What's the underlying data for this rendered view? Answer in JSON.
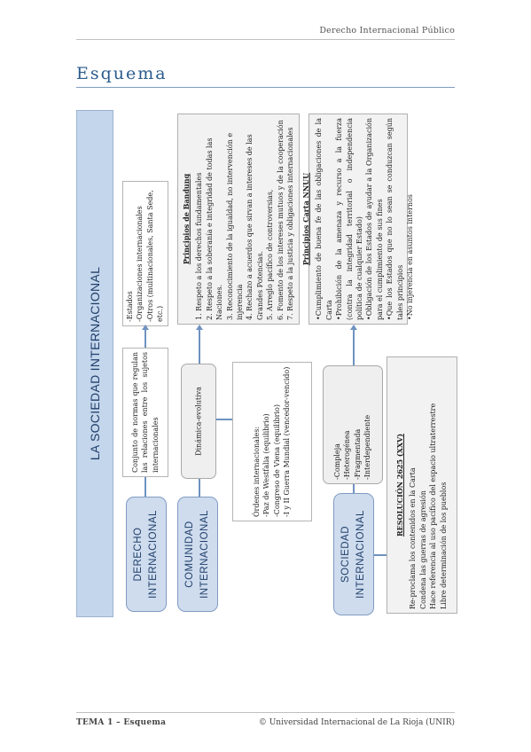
{
  "header": {
    "book_title": "Derecho Internacional Público"
  },
  "page_title": "Esquema",
  "diagram": {
    "main_title": "LA SOCIEDAD INTERNACIONAL",
    "derecho": {
      "label": "DERECHO INTERNACIONAL",
      "definition": "Conjunto de normas que regulan las relaciones entre los sujetos internacionales",
      "subjects": [
        "-Estados",
        "-Organizaciones internacionales",
        "-Otros (multinacionales, Santa Sede, etc.)"
      ]
    },
    "comunidad": {
      "label": "COMUNIDAD INTERNACIONAL",
      "evolution": "Dinámica-evolutiva",
      "orders": [
        "Órdenes internacionales:",
        "-Paz de Westfalia (equilibrio)",
        "-Congreso de Viena (equilibrio)",
        "-I y II Guerra Mundial (vencedor-vencido)"
      ],
      "bandung_title": "Principios de Bandung",
      "bandung": [
        "1. Respeto a los derechos fundamentales",
        "2. Respeto a la soberanía e integridad de todas las Naciones.",
        "3. Reconocimiento de la igualdad, no intervención e injerencia",
        "4. Rechazo a acuerdos que sirvan a intereses de las Grandes Potencias.",
        "5. Arreglo pacífico de controversias,",
        "6. Fomento de los intereses mutuos y de la cooperación",
        "7. Respeto a la justicia y obligaciones internacionales"
      ]
    },
    "sociedad": {
      "label": "SOCIEDAD INTERNACIONAL",
      "traits": [
        "-Compleja",
        "-Heterogénea",
        "-Fragmentada",
        "-Interdependiente"
      ],
      "carta_title": "Principios Carta NNUU",
      "carta": [
        "•Cumplimiento de buena fe de las obligaciones de la Carta",
        "•Prohibición de la amenaza y recurso a la fuerza (contra la integridad territorial o independencia política de cualquier Estado)",
        "•Obligación de los Estados de ayudar a la Organización para el cumplimiento de sus fines",
        "•Que los Estados que no lo sean se conduzcan según tales principios",
        "•No injerencia en asuntos internos"
      ],
      "resolution_title": "RESOLUCIÓN 2625 (XXV)",
      "resolution": [
        "Re-proclama los contenidos en la Carta",
        "Condena las guerras de agresión",
        "Hace referencia al uso pacífico del espacio ultraterrestre",
        "Libre determinación de los pueblos"
      ]
    }
  },
  "footer": {
    "left": "TEMA 1 – Esquema",
    "right": "© Universidad Internacional de La Rioja (UNIR)"
  }
}
